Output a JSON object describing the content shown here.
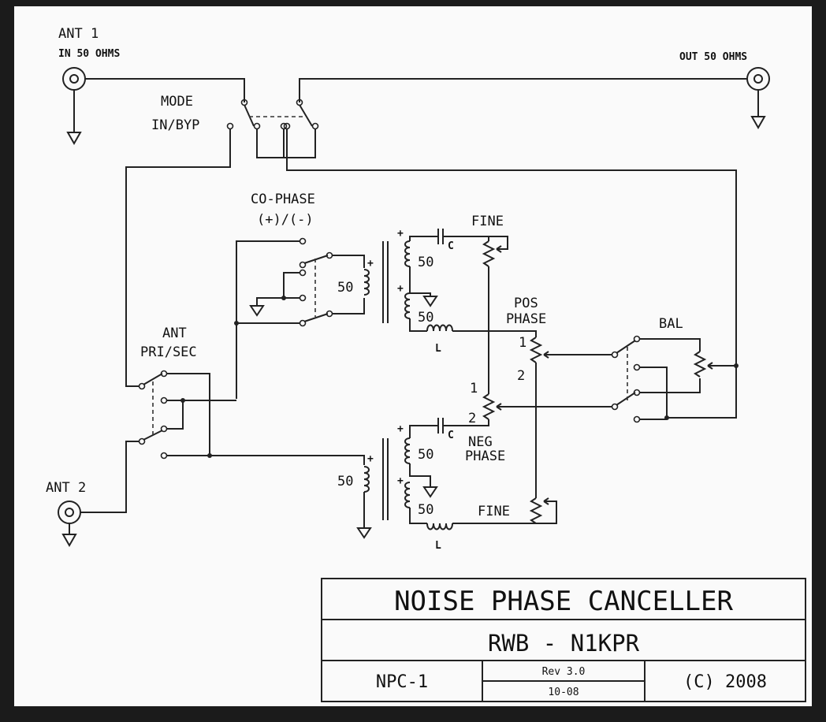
{
  "labels": {
    "ant1": "ANT 1",
    "ant1_in": "IN 50 OHMS",
    "out": "OUT 50 OHMS",
    "mode": "MODE",
    "mode_sub": "IN/BYP",
    "cophase": "CO-PHASE",
    "cophase_sub": "(+)/(-)",
    "fine_top": "FINE",
    "fine_bottom": "FINE",
    "pos": "POS",
    "pos_phase": "PHASE",
    "neg": "NEG",
    "neg_phase": "PHASE",
    "bal": "BAL",
    "ant": "ANT",
    "pri_sec": "PRI/SEC",
    "ant2": "ANT 2",
    "cap": "C",
    "ind": "L",
    "w50": "50",
    "one": "1",
    "two": "2",
    "plus": "+"
  },
  "title_block": {
    "title": "NOISE PHASE CANCELLER",
    "author": "RWB - N1KPR",
    "model": "NPC-1",
    "rev": "Rev 3.0",
    "date": "10-08",
    "copyright": "(C) 2008"
  }
}
